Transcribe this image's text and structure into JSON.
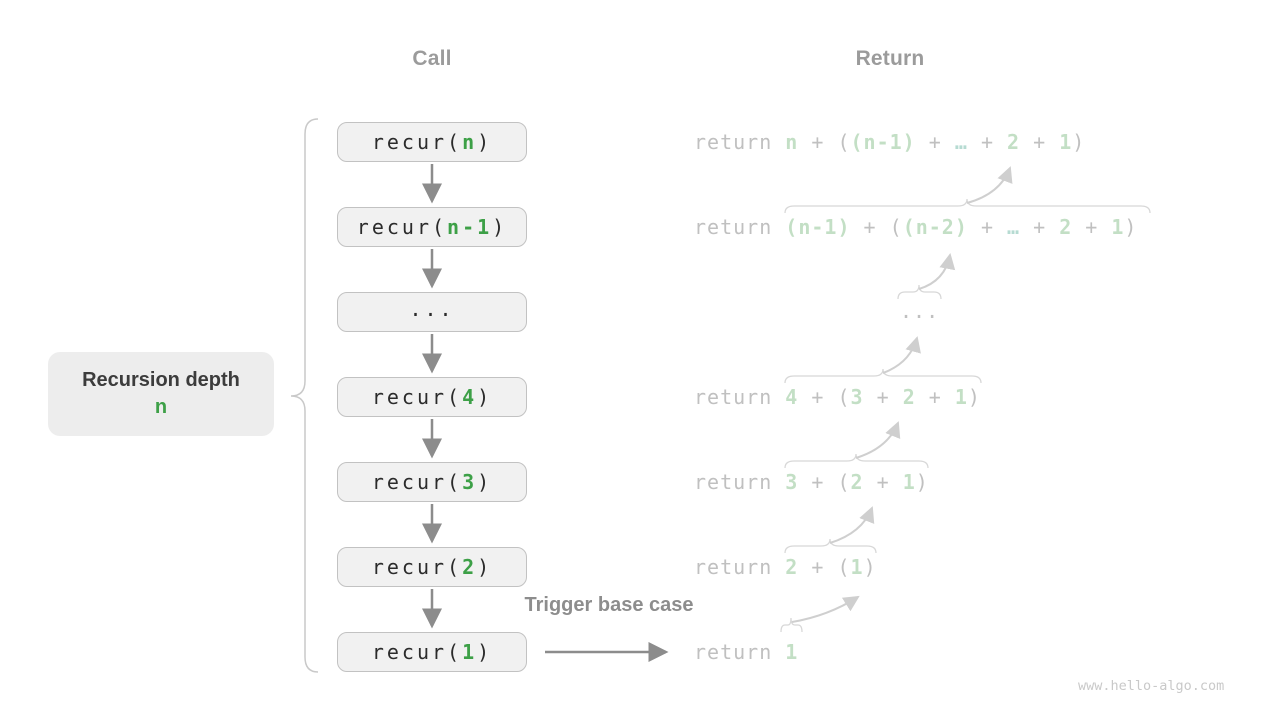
{
  "call_column": {
    "header": "Call",
    "rows": [
      {
        "label": "recur(n)",
        "segments": [
          {
            "t": "recur("
          },
          {
            "t": "n",
            "c": "g"
          },
          {
            "t": ")"
          }
        ]
      },
      {
        "label": "recur(n-1)",
        "segments": [
          {
            "t": "recur("
          },
          {
            "t": "n-1",
            "c": "g"
          },
          {
            "t": ")"
          }
        ]
      },
      {
        "label": "...",
        "segments": [
          {
            "t": "..."
          }
        ]
      },
      {
        "label": "recur(4)",
        "segments": [
          {
            "t": "recur("
          },
          {
            "t": "4",
            "c": "g"
          },
          {
            "t": ")"
          }
        ]
      },
      {
        "label": "recur(3)",
        "segments": [
          {
            "t": "recur("
          },
          {
            "t": "3",
            "c": "g"
          },
          {
            "t": ")"
          }
        ]
      },
      {
        "label": "recur(2)",
        "segments": [
          {
            "t": "recur("
          },
          {
            "t": "2",
            "c": "g"
          },
          {
            "t": ")"
          }
        ]
      },
      {
        "label": "recur(1)",
        "segments": [
          {
            "t": "recur("
          },
          {
            "t": "1",
            "c": "g"
          },
          {
            "t": ")"
          }
        ]
      }
    ]
  },
  "return_column": {
    "header": "Return",
    "rows": [
      {
        "label": "return n + ((n-1) + … + 2 + 1)",
        "segments": [
          {
            "t": "return "
          },
          {
            "t": "n",
            "c": "g"
          },
          {
            "t": " + "
          },
          {
            "t": "("
          },
          {
            "t": "(n-1)",
            "c": "g"
          },
          {
            "t": " + "
          },
          {
            "t": "…",
            "c": "e"
          },
          {
            "t": " + "
          },
          {
            "t": "2",
            "c": "g"
          },
          {
            "t": " + "
          },
          {
            "t": "1",
            "c": "g"
          },
          {
            "t": ")"
          }
        ]
      },
      {
        "label": "return (n-1) + ((n-2) + … + 2 + 1)",
        "segments": [
          {
            "t": "return "
          },
          {
            "t": "(n-1)",
            "c": "g"
          },
          {
            "t": " + "
          },
          {
            "t": "("
          },
          {
            "t": "(n-2)",
            "c": "g"
          },
          {
            "t": " + "
          },
          {
            "t": "…",
            "c": "e"
          },
          {
            "t": " + "
          },
          {
            "t": "2",
            "c": "g"
          },
          {
            "t": " + "
          },
          {
            "t": "1",
            "c": "g"
          },
          {
            "t": ")"
          }
        ]
      },
      {
        "label": "...",
        "segments": [
          {
            "t": "..."
          }
        ]
      },
      {
        "label": "return 4 + (3 + 2 + 1)",
        "segments": [
          {
            "t": "return "
          },
          {
            "t": "4",
            "c": "g"
          },
          {
            "t": " + "
          },
          {
            "t": "("
          },
          {
            "t": "3",
            "c": "g"
          },
          {
            "t": " + "
          },
          {
            "t": "2",
            "c": "g"
          },
          {
            "t": " + "
          },
          {
            "t": "1",
            "c": "g"
          },
          {
            "t": ")"
          }
        ]
      },
      {
        "label": "return 3 + (2 + 1)",
        "segments": [
          {
            "t": "return "
          },
          {
            "t": "3",
            "c": "g"
          },
          {
            "t": " + "
          },
          {
            "t": "("
          },
          {
            "t": "2",
            "c": "g"
          },
          {
            "t": " + "
          },
          {
            "t": "1",
            "c": "g"
          },
          {
            "t": ")"
          }
        ]
      },
      {
        "label": "return 2 + (1)",
        "segments": [
          {
            "t": "return "
          },
          {
            "t": "2",
            "c": "g"
          },
          {
            "t": " + "
          },
          {
            "t": "("
          },
          {
            "t": "1",
            "c": "g"
          },
          {
            "t": ")"
          }
        ]
      },
      {
        "label": "return 1",
        "segments": [
          {
            "t": "return "
          },
          {
            "t": "1",
            "c": "g"
          }
        ]
      }
    ]
  },
  "depth_label": {
    "title": "Recursion depth",
    "value": "n"
  },
  "trigger_label": "Trigger base case",
  "watermark": "www.hello-algo.com",
  "colors": {
    "accent_green": "#3da047",
    "pale_green": "#c3dfc5",
    "box_fill": "#f1f1f1",
    "box_border": "#c2c2c2",
    "arrow_gray": "#8c8c8c",
    "faded_gray": "#c0c0c0",
    "header_gray": "#9b9b9b"
  }
}
